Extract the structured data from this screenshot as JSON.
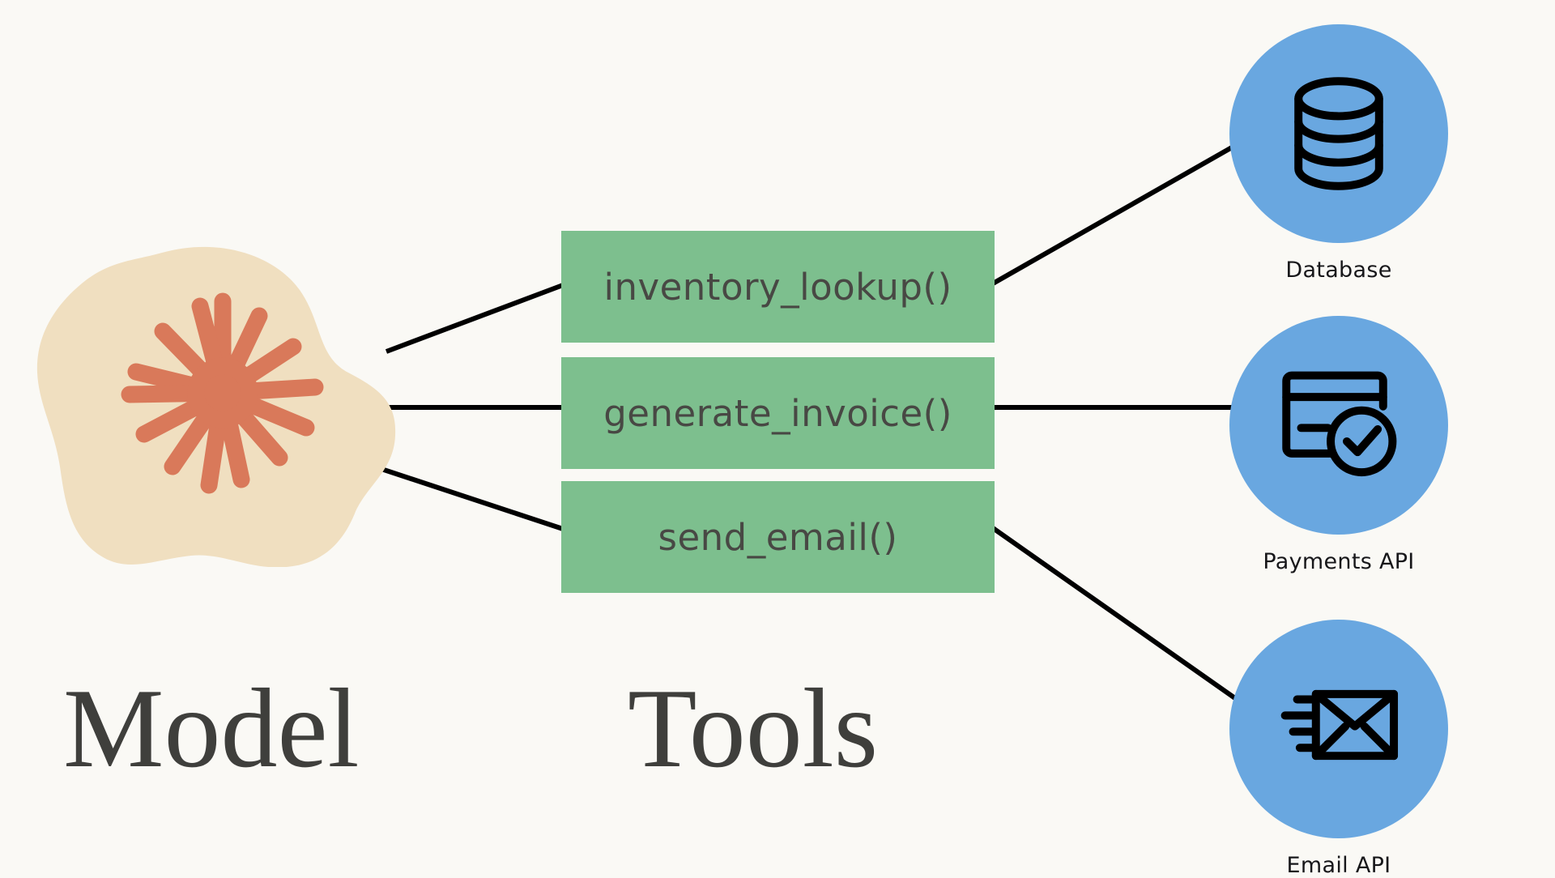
{
  "diagram": {
    "title": "Model Tools Diagram",
    "background_color": "#faf9f5",
    "columns": [
      {
        "id": "model",
        "caption": "Model"
      },
      {
        "id": "tools",
        "caption": "Tools"
      }
    ]
  },
  "model": {
    "caption": "Model",
    "blob_color": "#f0dfc0",
    "burst_color": "#d9795a",
    "icon_name": "anthropic-starburst-icon"
  },
  "tools": {
    "caption": "Tools",
    "box_color": "#7dbf8e",
    "text_color": "#484844",
    "items": [
      {
        "label": "inventory_lookup()",
        "name": "tool-inventory-lookup"
      },
      {
        "label": "generate_invoice()",
        "name": "tool-generate-invoice"
      },
      {
        "label": "send_email()",
        "name": "tool-send-email"
      }
    ]
  },
  "services": {
    "circle_color": "#69a7e0",
    "label_color": "#17171a",
    "items": [
      {
        "label": "Database",
        "icon": "database-icon"
      },
      {
        "label": "Payments API",
        "icon": "credit-card-check-icon"
      },
      {
        "label": "Email API",
        "icon": "envelope-send-icon"
      }
    ]
  },
  "connections": {
    "line_color": "#000000",
    "edges": [
      {
        "from": "model",
        "to": "inventory_lookup()"
      },
      {
        "from": "model",
        "to": "generate_invoice()"
      },
      {
        "from": "model",
        "to": "send_email()"
      },
      {
        "from": "inventory_lookup()",
        "to": "Database"
      },
      {
        "from": "generate_invoice()",
        "to": "Payments API"
      },
      {
        "from": "send_email()",
        "to": "Email API"
      }
    ]
  }
}
